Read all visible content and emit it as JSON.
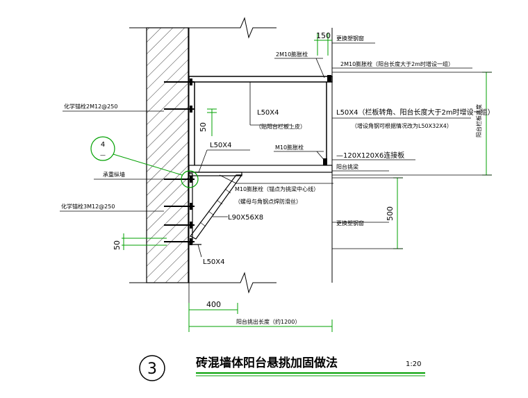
{
  "labels": {
    "window_top": "更换塑钢窗",
    "anchor_2m10_left": "2M10膨胀栓",
    "anchor_2m10_right": "2M10膨胀栓（阳台长度大于2m时增设一组）",
    "chem_anchor_top": "化学锚栓2M12@250",
    "angle_l50_mid": "L50X4",
    "angle_l50_mid_note": "（贴阳台栏板上皮）",
    "angle_l50_right": "L50X4（栏板转角、阳台长度大于2m时增设一组）",
    "angle_l50_right_note": "（增设角钢可根据情况改为L50X32X4）",
    "dim_50_top": "50",
    "detail_no": "4",
    "detail_sub": "—",
    "angle_l50_left": "L50X4",
    "anchor_m10_small": "M10膨胀栓",
    "plate": "—120X120X6连接板",
    "cantilever_beam": "阳台挑梁",
    "bearing_wall": "承重纵墙",
    "anchor_m10_note": "M10膨胀栓（锚点为挑梁中心线）",
    "anchor_m10_note2": "（螺母与角钢点焊防滑丝）",
    "chem_anchor_bottom": "化学锚栓3M12@250",
    "angle_l90": "L90X56X8",
    "window_bottom": "更换塑钢窗",
    "dim_500": "500",
    "dim_50_bottom": "50",
    "angle_l50_bottom": "L50X4",
    "dim_150": "150",
    "dim_400": "400",
    "dim_total": "阳台挑出长度（约1200）",
    "vertical_note": "阳台栏板高度"
  },
  "title": {
    "circle_no": "3",
    "text": "砖混墙体阳台悬挑加固做法",
    "scale": "1:20"
  },
  "colors": {
    "line": "#000000",
    "green": "#00a000",
    "hatch": "#000000"
  }
}
